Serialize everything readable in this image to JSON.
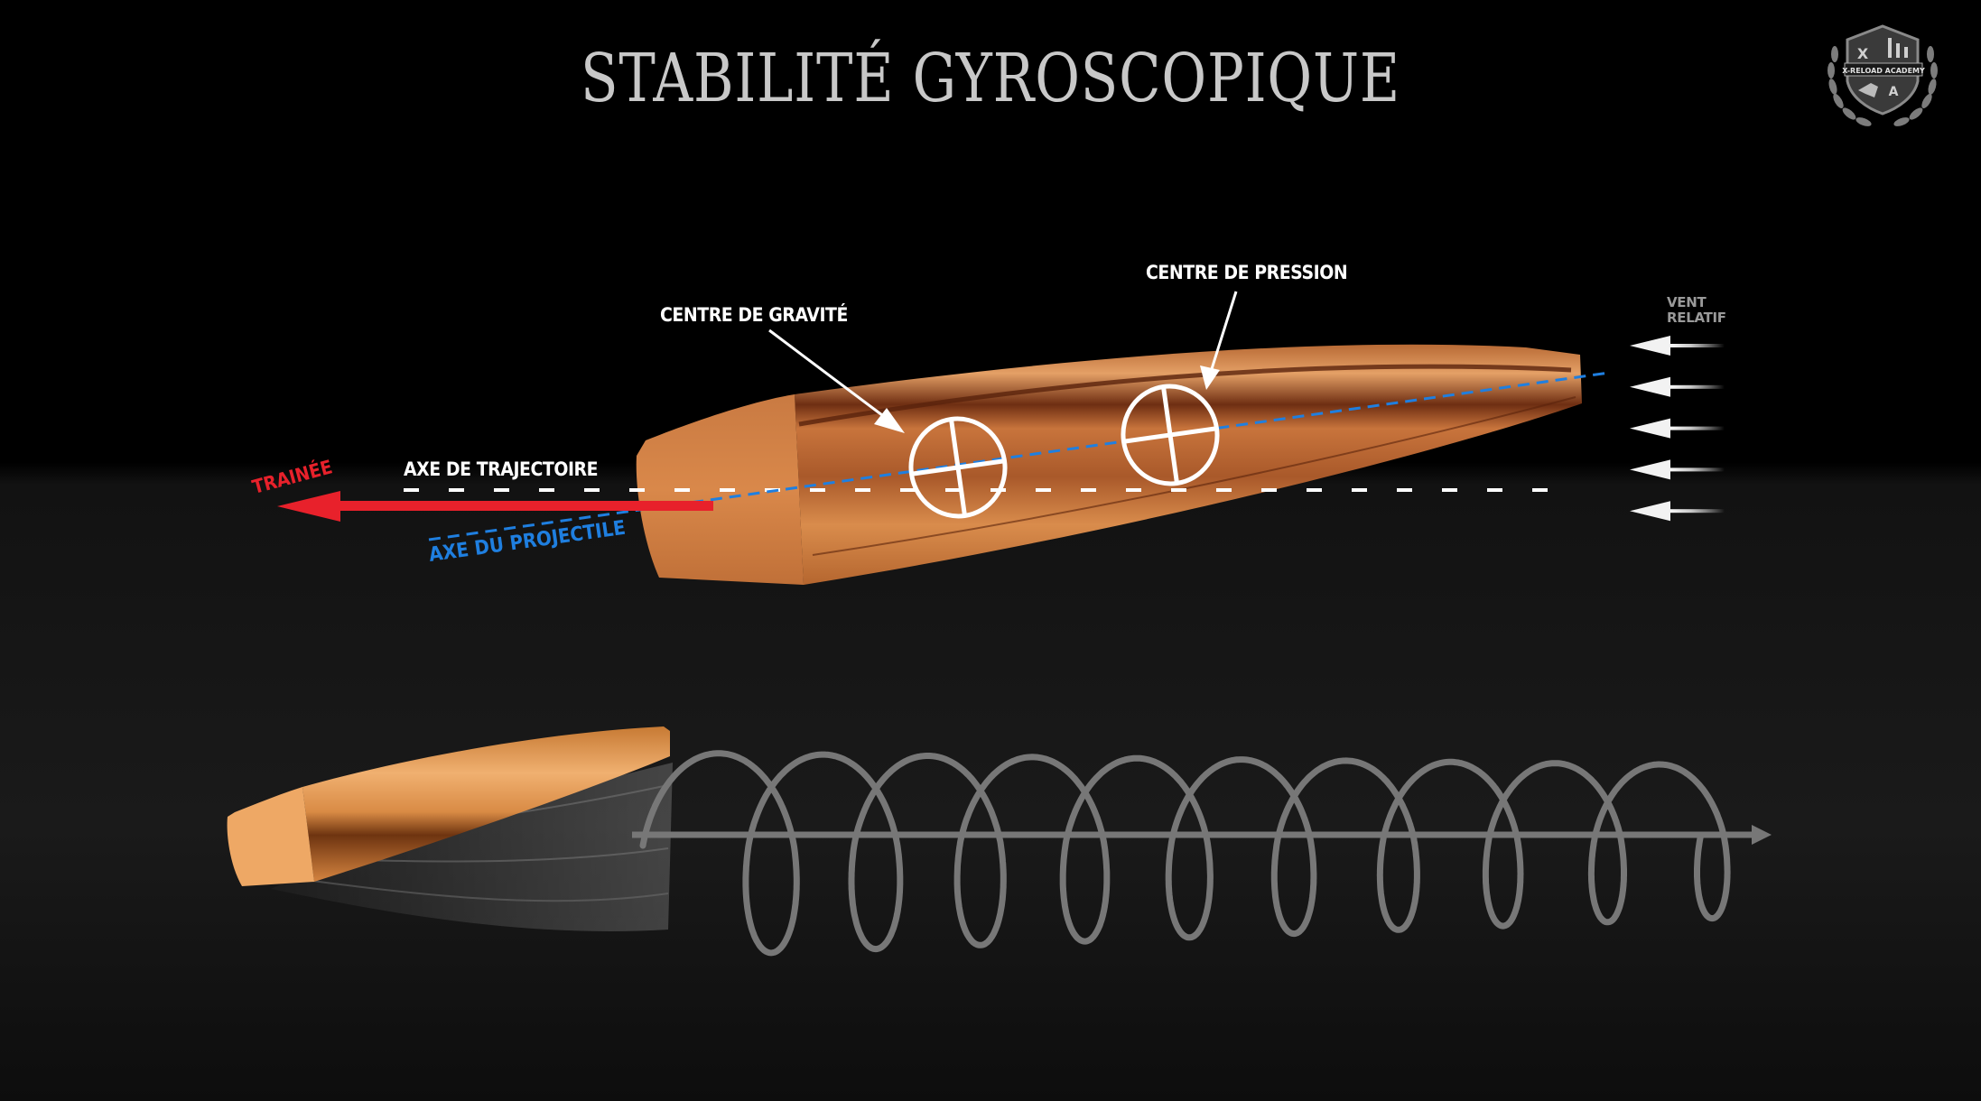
{
  "title": "STABILITÉ GYROSCOPIQUE",
  "logo": {
    "top_text": "X",
    "right_text": "A",
    "banner": "X-RELOAD ACADEMY",
    "icon": "shield-laurel-logo"
  },
  "labels": {
    "center_of_gravity": "CENTRE DE GRAVITÉ",
    "center_of_pressure": "CENTRE DE PRESSION",
    "relative_wind_line1": "VENT",
    "relative_wind_line2": "RELATIF",
    "trajectory_axis": "AXE DE TRAJECTOIRE",
    "drag": "TRAINÉE",
    "projectile_axis": "AXE DU PROJECTILE"
  },
  "colors": {
    "background": "#000000",
    "background_lower": "#141414",
    "title": "#c8c8c8",
    "drag_red": "#e8212b",
    "projectile_axis_blue": "#1f7fe0",
    "bullet_copper": "#d07a3a",
    "spiral_grey": "#777777",
    "wind_label": "#9a9a9a"
  },
  "wind_arrows": {
    "count": 5
  },
  "spiral": {
    "loops": 10
  }
}
